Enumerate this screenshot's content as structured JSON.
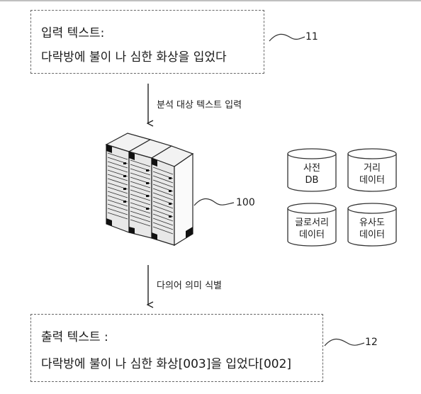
{
  "input_box": {
    "title": "입력 텍스트:",
    "text": "다락방에 불이 나 심한 화상을 입었다",
    "ref": "11"
  },
  "arrow_top": {
    "label": "분석 대상 텍스트 입력"
  },
  "server": {
    "ref": "100"
  },
  "databases": [
    {
      "line1": "사전",
      "line2": "DB"
    },
    {
      "line1": "거리",
      "line2": "데이터"
    },
    {
      "line1": "글로서리",
      "line2": "데이터"
    },
    {
      "line1": "유사도",
      "line2": "데이터"
    }
  ],
  "arrow_bottom": {
    "label": "다의어 의미 식별"
  },
  "output_box": {
    "title": "출력 텍스트 :",
    "text": "다락방에 불이 나 심한 화상[003]을 입었다[002]",
    "ref": "12"
  }
}
